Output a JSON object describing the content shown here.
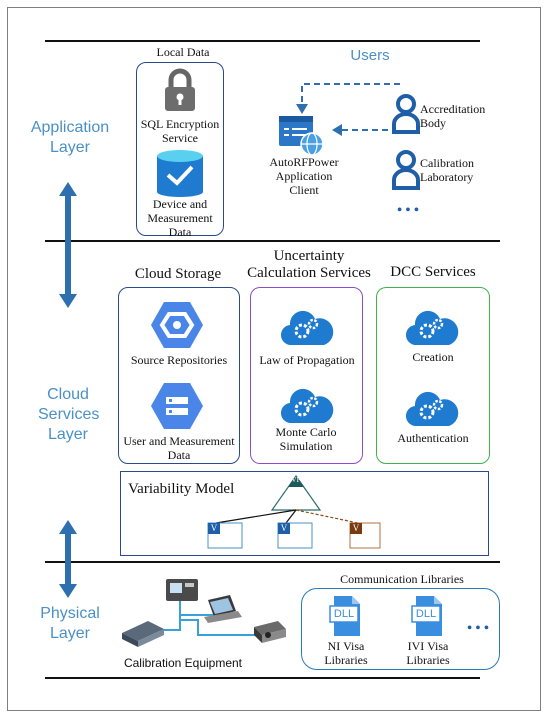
{
  "layers": {
    "application": "Application Layer",
    "cloud": "Cloud Services Layer",
    "physical": "Physical Layer"
  },
  "local_data": {
    "title": "Local Data",
    "sql": "SQL Encryption Service",
    "device": "Device and Measurement Data"
  },
  "users": {
    "title": "Users",
    "app_client": "AutoRFPower Application Client",
    "accreditation": "Accreditation Body",
    "calibration_lab": "Calibration Laboratory",
    "more": "• • •"
  },
  "cloud_storage": {
    "title": "Cloud Storage",
    "source": "Source Repositories",
    "user_data": "User and Measurement Data"
  },
  "uncertainty": {
    "title": "Uncertainty Calculation Services",
    "propagation": "Law of Propagation",
    "monte_carlo": "Monte Carlo Simulation"
  },
  "dcc": {
    "title": "DCC Services",
    "creation": "Creation",
    "authentication": "Authentication"
  },
  "variability": {
    "title": "Variability Model",
    "vp": "VP",
    "v": "V"
  },
  "physical": {
    "equipment": "Calibration Equipment",
    "comm_title": "Communication Libraries",
    "dll": "DLL",
    "ni": "NI Visa Libraries",
    "ivi": "IVI Visa Libraries",
    "more": "• • •"
  },
  "colors": {
    "blue_box": "#2a4a8c",
    "purple_box": "#8a4fc8",
    "green_box": "#3cb44b",
    "layer_text": "#4a90c8",
    "arrow": "#2e6fb0",
    "icon_blue": "#1f7bd0",
    "gcp_blue": "#4a86e8"
  }
}
